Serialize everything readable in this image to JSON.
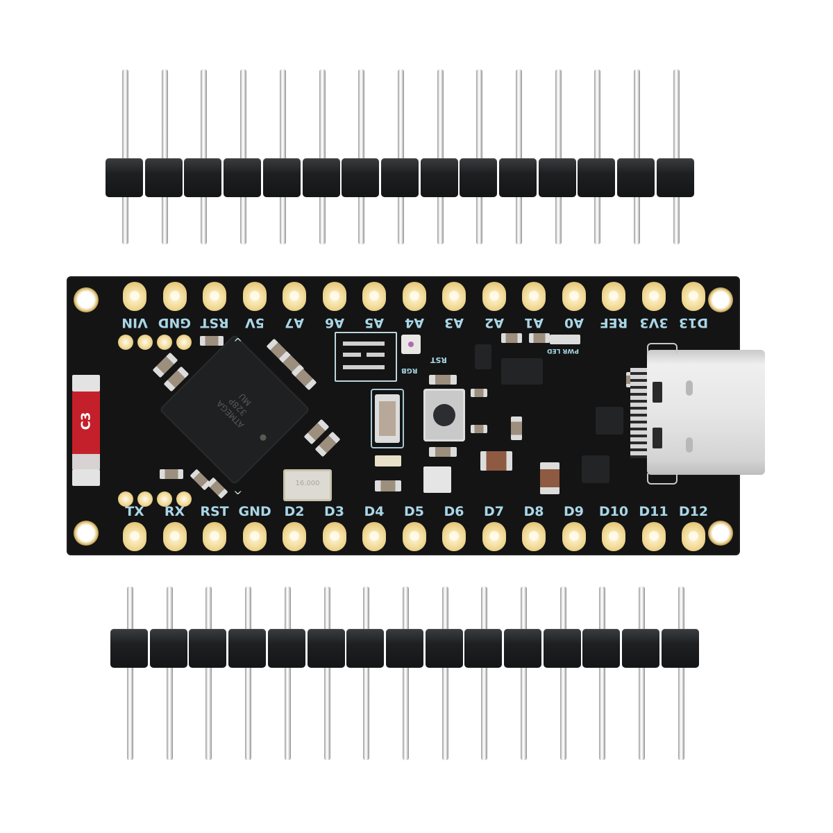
{
  "product": {
    "description": "Arduino Nano-compatible microcontroller board with USB Type-C and two loose 15-pin male headers",
    "pcb_color": "#141414",
    "pad_color": "#f3dd9c",
    "silkscreen_color": "#a9d6e6"
  },
  "board": {
    "top_row_labels": [
      "VIN",
      "GND",
      "RST",
      "5V",
      "A7",
      "A6",
      "A5",
      "A4",
      "A3",
      "A2",
      "A1",
      "A0",
      "REF",
      "3V3",
      "D13"
    ],
    "bottom_row_labels": [
      "TX",
      "RX",
      "RST",
      "GND",
      "D2",
      "D3",
      "D4",
      "D5",
      "D6",
      "D7",
      "D8",
      "D9",
      "D10",
      "D11",
      "D12"
    ],
    "small_labels": {
      "reset": "RST",
      "rgb": "RGB",
      "power_led": "PWR LED"
    },
    "fuse_marking": "C3",
    "mcu_marking": [
      "ATMEGA",
      "328P",
      "MU"
    ],
    "crystal_marking": "16.000",
    "connector": "USB Type-C"
  },
  "headers": {
    "top": {
      "pin_count": 15
    },
    "bottom": {
      "pin_count": 15
    }
  }
}
